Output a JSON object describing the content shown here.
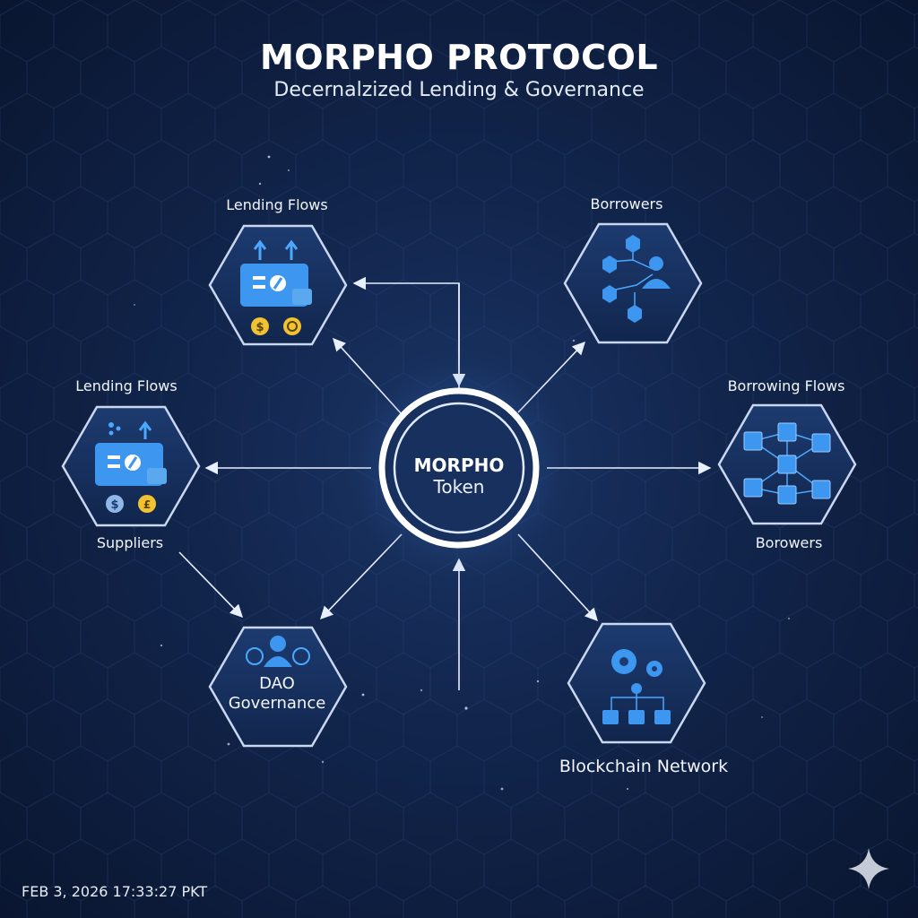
{
  "header": {
    "title": "MORPHO PROTOCOL",
    "subtitle": "Decernalzized Lending & Governance"
  },
  "center": {
    "line1": "MORPHO",
    "line2": "Token"
  },
  "nodes": {
    "lending_top": {
      "label": "Lending Flows"
    },
    "lending_left": {
      "label": "Lending Flows",
      "sublabel": "Suppliers"
    },
    "borrowers_top": {
      "label": "Borrowers"
    },
    "borrowing_right": {
      "label": "Borrowing Flows",
      "sublabel": "Borowers"
    },
    "dao": {
      "line1": "DAO",
      "line2": "Governance"
    },
    "blockchain": {
      "label": "Blockchain Network"
    }
  },
  "footer": {
    "timestamp": "FEB 3, 2026 17:33:27 PKT"
  },
  "colors": {
    "accent": "#4aa8ff",
    "coin_gold": "#f1c232",
    "coin_blue": "#8fb7e8",
    "hex_fill": "#16305f",
    "hex_stroke": "#c9d7f0"
  },
  "icons": {
    "lending_top": "lending-card-icon",
    "lending_left": "lending-card-icon",
    "borrowers_top": "borrower-network-icon",
    "borrowing_right": "cube-network-icon",
    "dao": "governance-people-icon",
    "blockchain": "gears-network-icon",
    "brand": "sparkle-icon"
  }
}
